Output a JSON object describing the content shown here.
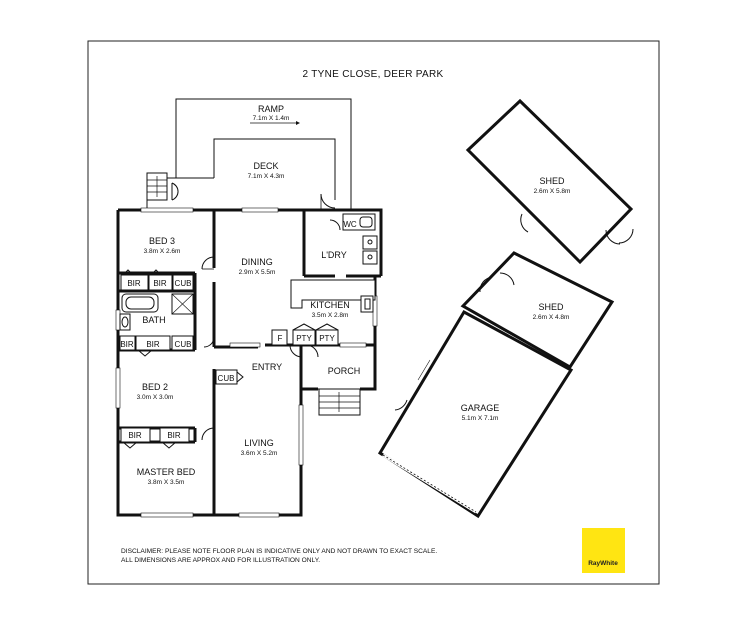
{
  "title": "2 TYNE CLOSE, DEER PARK",
  "rooms": {
    "ramp": {
      "name": "RAMP",
      "dim": "7.1m X 1.4m"
    },
    "deck": {
      "name": "DECK",
      "dim": "7.1m X 4.3m"
    },
    "bed3": {
      "name": "BED 3",
      "dim": "3.8m X 2.6m"
    },
    "dining": {
      "name": "DINING",
      "dim": "2.9m X 5.5m"
    },
    "laundry": {
      "name": "L'DRY"
    },
    "wc": {
      "name": "WC"
    },
    "kitchen": {
      "name": "KITCHEN",
      "dim": "3.5m X 2.8m"
    },
    "bath": {
      "name": "BATH"
    },
    "bed2": {
      "name": "BED 2",
      "dim": "3.0m X 3.0m"
    },
    "entry": {
      "name": "ENTRY"
    },
    "porch": {
      "name": "PORCH"
    },
    "living": {
      "name": "LIVING",
      "dim": "3.6m X 5.2m"
    },
    "master": {
      "name": "MASTER BED",
      "dim": "3.8m X 3.5m"
    },
    "shed1": {
      "name": "SHED",
      "dim": "2.6m X 5.8m"
    },
    "shed2": {
      "name": "SHED",
      "dim": "2.6m X 4.8m"
    },
    "garage": {
      "name": "GARAGE",
      "dim": "5.1m X 7.1m"
    }
  },
  "fixtures": {
    "bir": "BIR",
    "cub": "CUB",
    "pty": "PTY",
    "fridge": "F"
  },
  "disclaimer": {
    "line1": "DISCLAIMER: PLEASE NOTE FLOOR PLAN IS INDICATIVE ONLY AND NOT DRAWN TO EXACT SCALE.",
    "line2": "ALL DIMENSIONS ARE APPROX AND FOR ILLUSTRATION ONLY."
  },
  "logo": {
    "text": "RayWhite",
    "color": "#FFE512"
  }
}
